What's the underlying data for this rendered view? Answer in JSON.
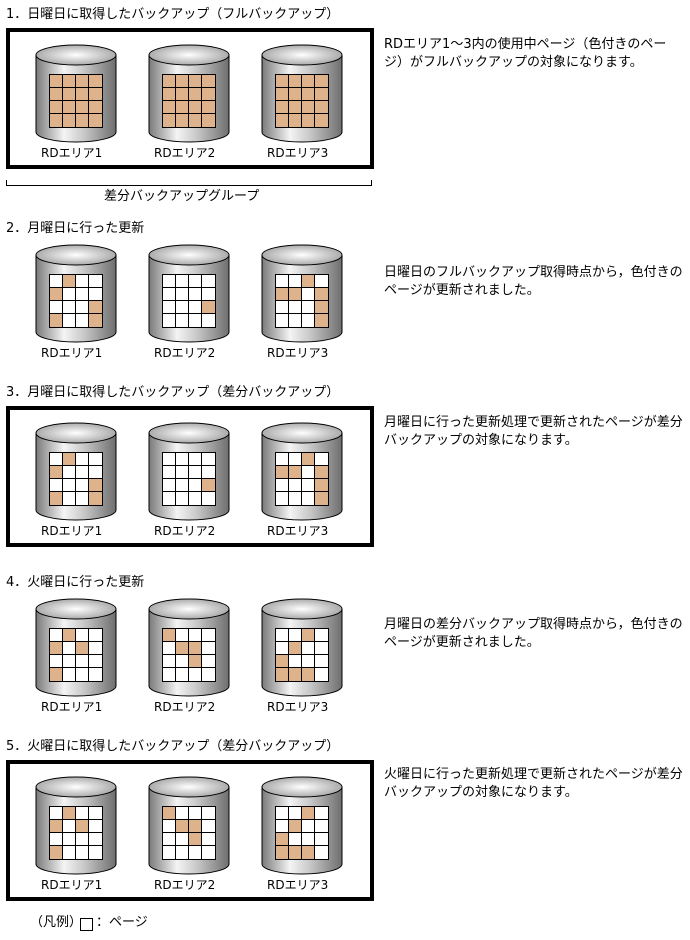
{
  "colors": {
    "updated_page": "#deb38c",
    "frame": "#000000"
  },
  "sections": [
    {
      "title": "1．日曜日に取得したバックアップ（フルバックアップ）",
      "framed": true,
      "description": "RDエリア1～3内の使用中ページ（色付きのページ）がフルバックアップの対象になります。",
      "cylinders": [
        {
          "label": "RDエリア1",
          "cells": [
            1,
            1,
            1,
            1,
            1,
            1,
            1,
            1,
            1,
            1,
            1,
            1,
            1,
            1,
            1,
            1
          ]
        },
        {
          "label": "RDエリア2",
          "cells": [
            1,
            1,
            1,
            1,
            1,
            1,
            1,
            1,
            1,
            1,
            1,
            1,
            1,
            1,
            1,
            1
          ]
        },
        {
          "label": "RDエリア3",
          "cells": [
            1,
            1,
            1,
            1,
            1,
            1,
            1,
            1,
            1,
            1,
            1,
            1,
            1,
            1,
            1,
            1
          ]
        }
      ]
    },
    {
      "title": "2．月曜日に行った更新",
      "framed": false,
      "description": "日曜日のフルバックアップ取得時点から，色付きのページが更新されました。",
      "cylinders": [
        {
          "label": "RDエリア1",
          "cells": [
            0,
            1,
            0,
            0,
            1,
            0,
            0,
            0,
            0,
            0,
            0,
            1,
            1,
            0,
            0,
            1
          ]
        },
        {
          "label": "RDエリア2",
          "cells": [
            0,
            0,
            0,
            0,
            0,
            0,
            0,
            0,
            0,
            0,
            0,
            1,
            0,
            0,
            0,
            0
          ]
        },
        {
          "label": "RDエリア3",
          "cells": [
            0,
            0,
            1,
            0,
            1,
            1,
            0,
            1,
            0,
            0,
            0,
            1,
            0,
            0,
            0,
            1
          ]
        }
      ]
    },
    {
      "title": "3．月曜日に取得したバックアップ（差分バックアップ）",
      "framed": true,
      "description": "月曜日に行った更新処理で更新されたページが差分バックアップの対象になります。",
      "cylinders": [
        {
          "label": "RDエリア1",
          "cells": [
            0,
            1,
            0,
            0,
            1,
            0,
            0,
            0,
            0,
            0,
            0,
            1,
            1,
            0,
            0,
            1
          ]
        },
        {
          "label": "RDエリア2",
          "cells": [
            0,
            0,
            0,
            0,
            0,
            0,
            0,
            0,
            0,
            0,
            0,
            1,
            0,
            0,
            0,
            0
          ]
        },
        {
          "label": "RDエリア3",
          "cells": [
            0,
            0,
            1,
            0,
            1,
            1,
            0,
            1,
            0,
            0,
            0,
            1,
            0,
            0,
            0,
            1
          ]
        }
      ]
    },
    {
      "title": "4．火曜日に行った更新",
      "framed": false,
      "description": "月曜日の差分バックアップ取得時点から，色付きのページが更新されました。",
      "cylinders": [
        {
          "label": "RDエリア1",
          "cells": [
            0,
            1,
            0,
            0,
            1,
            0,
            1,
            0,
            0,
            0,
            0,
            0,
            1,
            0,
            0,
            0
          ]
        },
        {
          "label": "RDエリア2",
          "cells": [
            1,
            0,
            0,
            0,
            0,
            1,
            1,
            0,
            0,
            0,
            1,
            0,
            0,
            0,
            0,
            0
          ]
        },
        {
          "label": "RDエリア3",
          "cells": [
            0,
            0,
            1,
            0,
            0,
            1,
            0,
            0,
            1,
            0,
            0,
            0,
            1,
            1,
            1,
            0
          ]
        }
      ]
    },
    {
      "title": "5．火曜日に取得したバックアップ（差分バックアップ）",
      "framed": true,
      "description": "火曜日に行った更新処理で更新されたページが差分バックアップの対象になります。",
      "cylinders": [
        {
          "label": "RDエリア1",
          "cells": [
            0,
            1,
            0,
            0,
            1,
            0,
            1,
            0,
            0,
            0,
            0,
            0,
            1,
            0,
            0,
            0
          ]
        },
        {
          "label": "RDエリア2",
          "cells": [
            1,
            0,
            0,
            0,
            0,
            1,
            1,
            0,
            0,
            0,
            1,
            0,
            0,
            0,
            0,
            0
          ]
        },
        {
          "label": "RDエリア3",
          "cells": [
            0,
            0,
            1,
            0,
            0,
            1,
            0,
            0,
            1,
            0,
            0,
            0,
            1,
            1,
            1,
            0
          ]
        }
      ]
    }
  ],
  "group_label": "差分バックアップグループ",
  "legend": {
    "prefix": "（凡例）",
    "suffix": "：ページ"
  }
}
